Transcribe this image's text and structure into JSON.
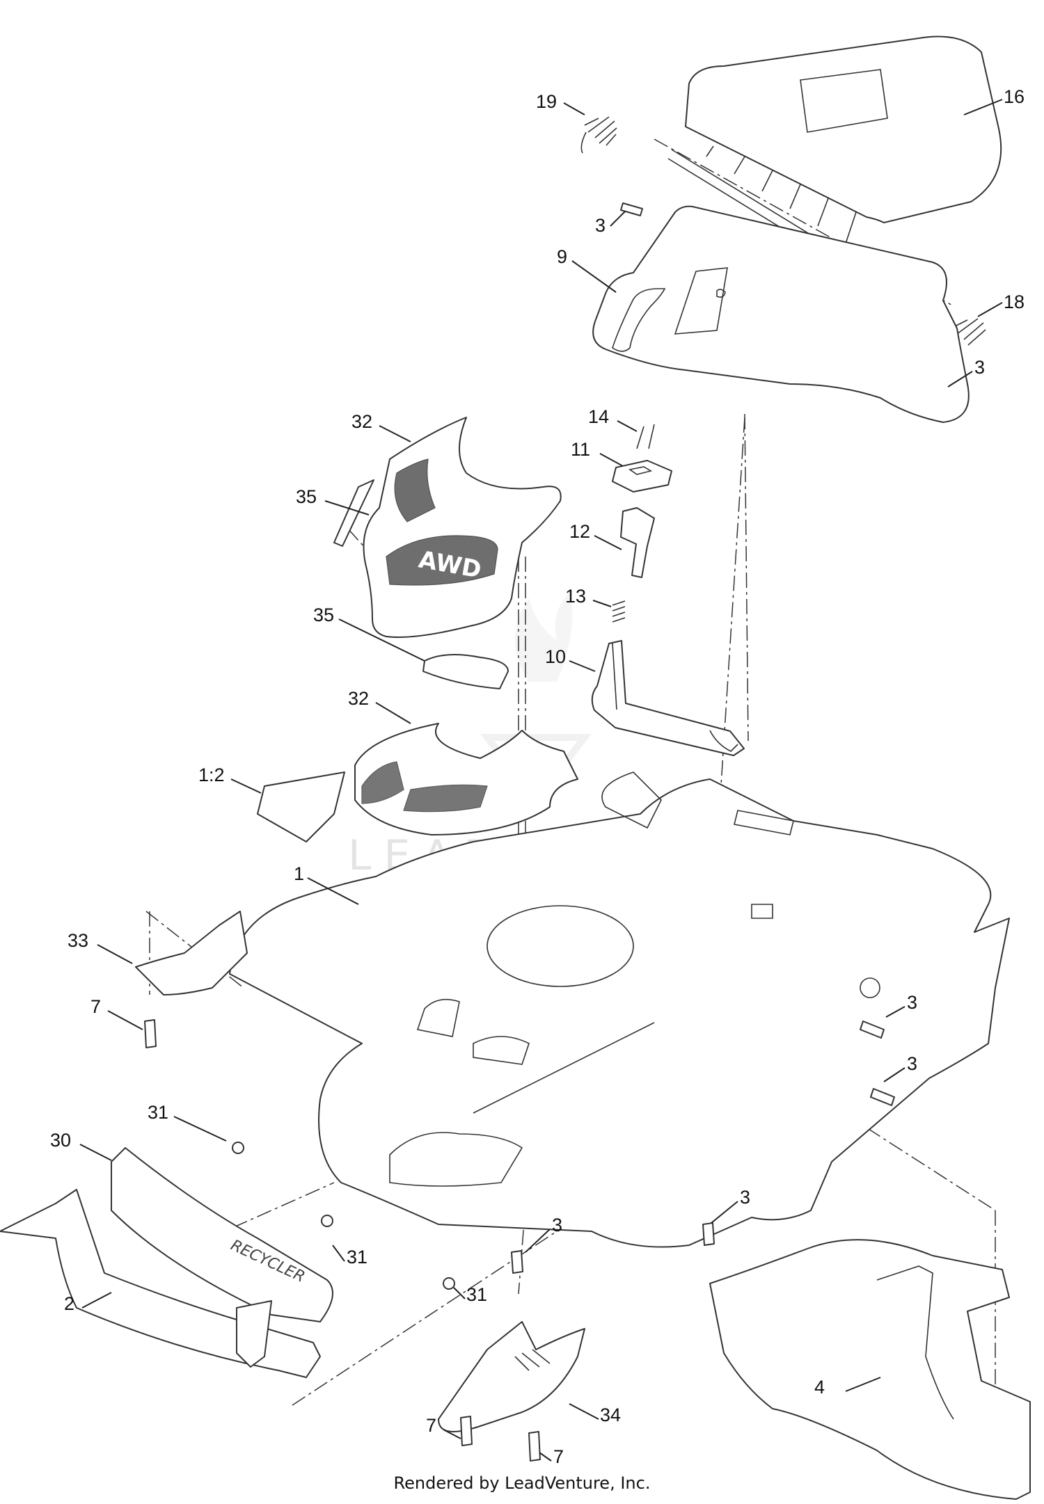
{
  "footer": "Rendered by LeadVenture, Inc.",
  "watermark": "LEADVENTURE",
  "callouts": [
    {
      "id": "19",
      "text": "19"
    },
    {
      "id": "16",
      "text": "16"
    },
    {
      "id": "3",
      "text": "3"
    },
    {
      "id": "9",
      "text": "9"
    },
    {
      "id": "18",
      "text": "18"
    },
    {
      "id": "3",
      "text": "3"
    },
    {
      "id": "32",
      "text": "32"
    },
    {
      "id": "14",
      "text": "14"
    },
    {
      "id": "11",
      "text": "11"
    },
    {
      "id": "35",
      "text": "35"
    },
    {
      "id": "12",
      "text": "12"
    },
    {
      "id": "13",
      "text": "13"
    },
    {
      "id": "35",
      "text": "35"
    },
    {
      "id": "10",
      "text": "10"
    },
    {
      "id": "32",
      "text": "32"
    },
    {
      "id": "1:2",
      "text": "1:2"
    },
    {
      "id": "1",
      "text": "1"
    },
    {
      "id": "33",
      "text": "33"
    },
    {
      "id": "3",
      "text": "3"
    },
    {
      "id": "7",
      "text": "7"
    },
    {
      "id": "3",
      "text": "3"
    },
    {
      "id": "31",
      "text": "31"
    },
    {
      "id": "30",
      "text": "30"
    },
    {
      "id": "3",
      "text": "3"
    },
    {
      "id": "31",
      "text": "31"
    },
    {
      "id": "3",
      "text": "3"
    },
    {
      "id": "31",
      "text": "31"
    },
    {
      "id": "2",
      "text": "2"
    },
    {
      "id": "34",
      "text": "34"
    },
    {
      "id": "7",
      "text": "7"
    },
    {
      "id": "4",
      "text": "4"
    },
    {
      "id": "7",
      "text": "7"
    }
  ]
}
